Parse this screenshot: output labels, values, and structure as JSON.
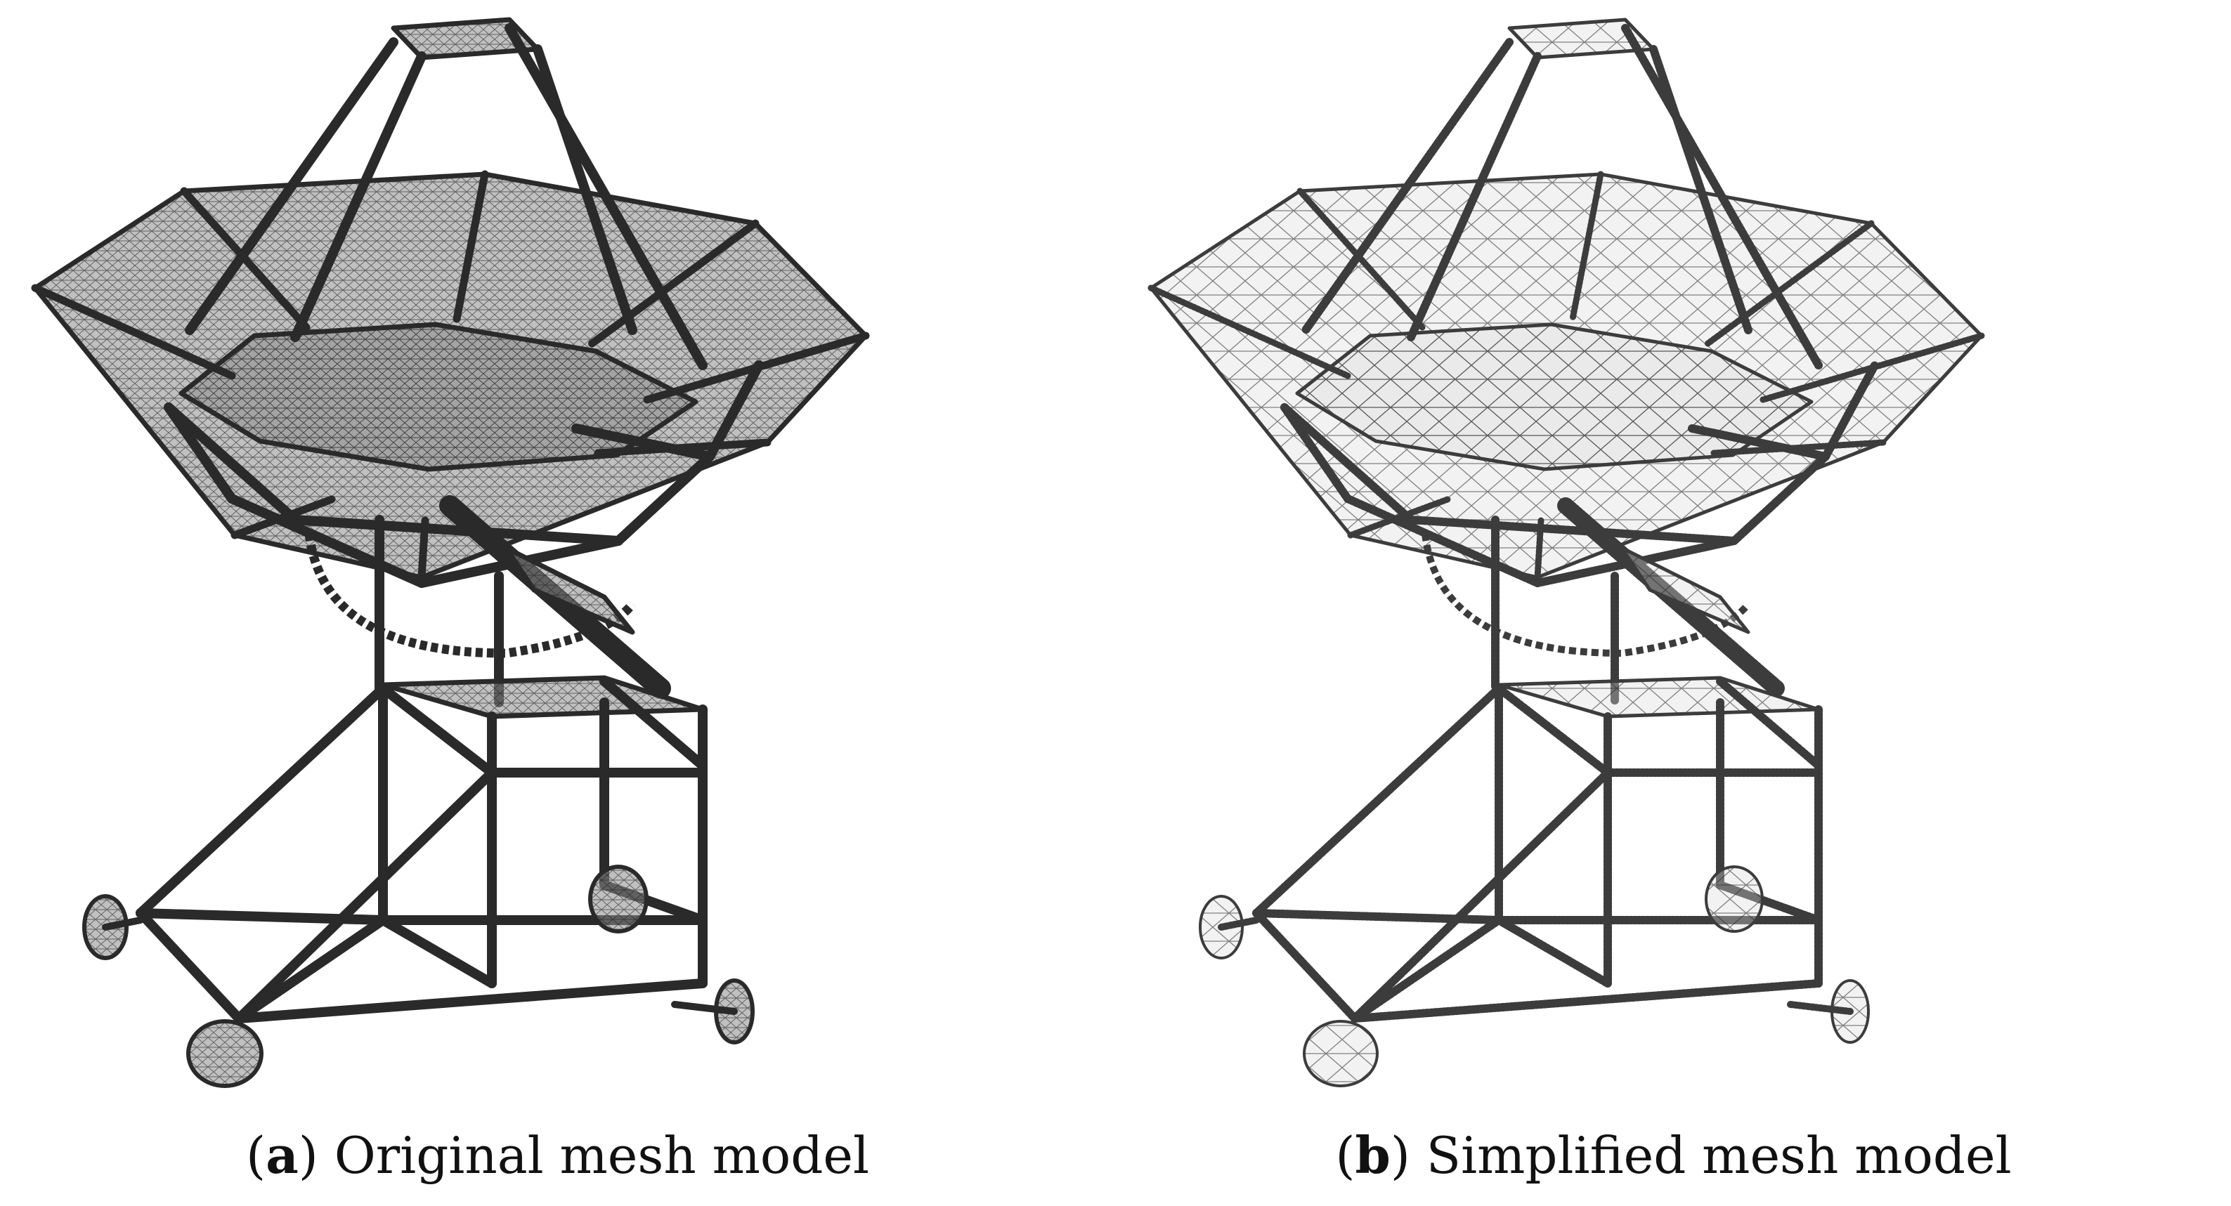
{
  "figure": {
    "panels": [
      {
        "id": "a",
        "letter": "a",
        "label": "Original mesh model",
        "mesh_style": "dense"
      },
      {
        "id": "b",
        "letter": "b",
        "label": "Simplified mesh model",
        "mesh_style": "sparse"
      }
    ],
    "colors": {
      "background": "#ffffff",
      "structure_dense": "#2a2a2a",
      "structure_sparse": "#3c3c3c",
      "panel_fill_dense": "#8c8c8c",
      "panel_fill_sparse": "#d8d8d8",
      "caption_text": "#111111"
    }
  }
}
